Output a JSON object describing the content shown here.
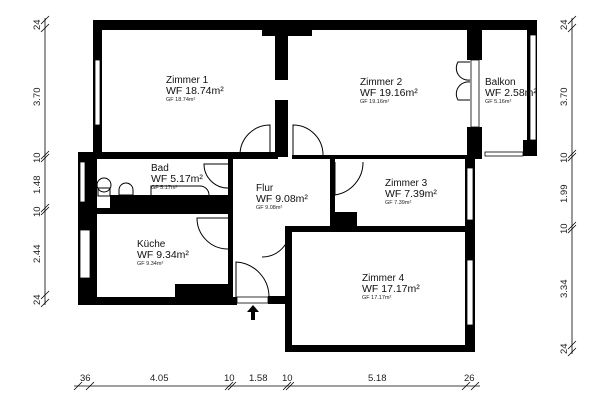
{
  "rooms": [
    {
      "name": "Zimmer 1",
      "wf": "WF 18.74m²",
      "gf": "GF 18.74m²"
    },
    {
      "name": "Zimmer 2",
      "wf": "WF 19.16m²",
      "gf": "GF 19.16m²"
    },
    {
      "name": "Balkon",
      "wf": "WF 2.58m²",
      "gf": "GF 5.16m²"
    },
    {
      "name": "Bad",
      "wf": "WF 5.17m²",
      "gf": "GF 5.17m²"
    },
    {
      "name": "Flur",
      "wf": "WF 9.08m²",
      "gf": "GF 9.08m²"
    },
    {
      "name": "Zimmer 3",
      "wf": "WF 7.39m²",
      "gf": "GF 7.39m²"
    },
    {
      "name": "Küche",
      "wf": "WF 9.34m²",
      "gf": "GF 9.34m²"
    },
    {
      "name": "Zimmer 4",
      "wf": "WF 17.17m²",
      "gf": "GF 17.17m²"
    }
  ],
  "dimensions": {
    "left": [
      "24",
      "3.70",
      "10",
      "1.48",
      "10",
      "2.44",
      "24"
    ],
    "right": [
      "24",
      "3.70",
      "10",
      "1.99",
      "10",
      "3.34",
      "24"
    ],
    "bottom": [
      "36",
      "4.05",
      "10",
      "1.58",
      "10",
      "5.18",
      "26"
    ]
  },
  "entrance_icon": "arrow-up-icon"
}
